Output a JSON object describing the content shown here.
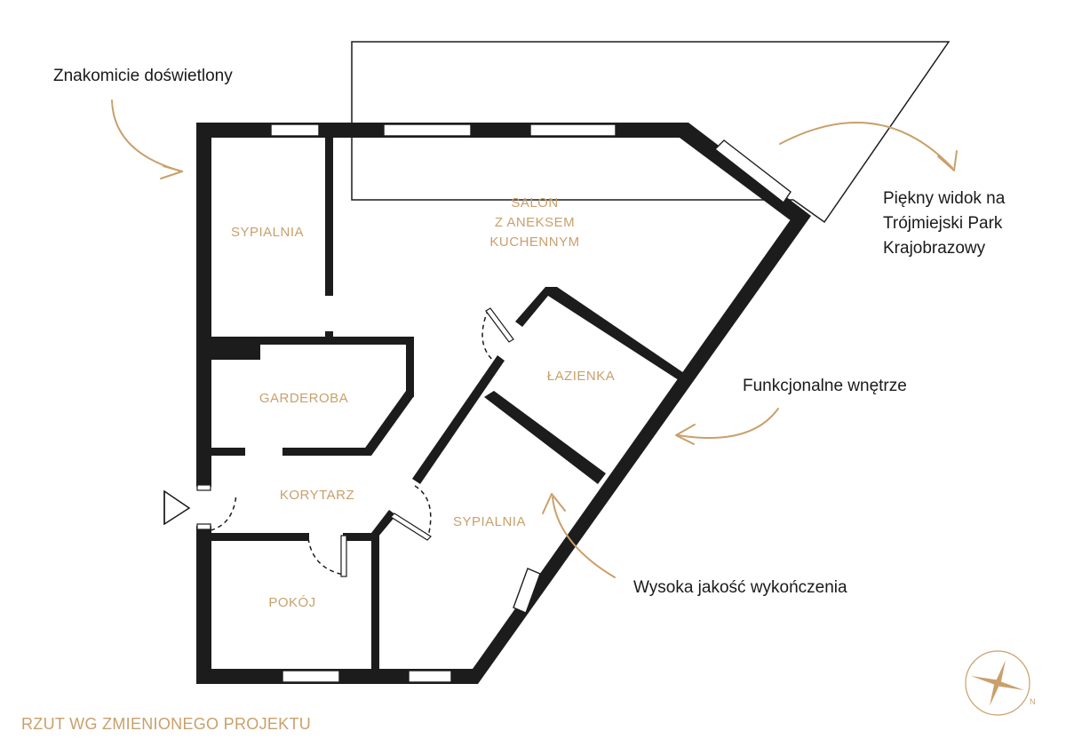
{
  "rooms": {
    "sypialnia_1": "SYPIALNIA",
    "salon": "SALON\nZ ANEKSEM\nKUCHENNYM",
    "lazienka": "ŁAZIENKA",
    "garderoba": "GARDEROBA",
    "korytarz": "KORYTARZ",
    "sypialnia_2": "SYPIALNIA",
    "pokoj": "POKÓJ"
  },
  "annotations": {
    "bright": "Znakomicie doświetlony",
    "view": "Piękny widok na\nTrójmiejski Park\nKrajobrazowy",
    "functional": "Funkcjonalne wnętrze",
    "quality": "Wysoka jakość wykończenia"
  },
  "footer": "RZUT WG ZMIENIONEGO PROJEKTU",
  "colors": {
    "accent": "#c9a06b",
    "wall": "#1c1c1c"
  },
  "icons": {
    "compass": "compass-rose-icon",
    "entrance": "entrance-triangle-icon"
  }
}
